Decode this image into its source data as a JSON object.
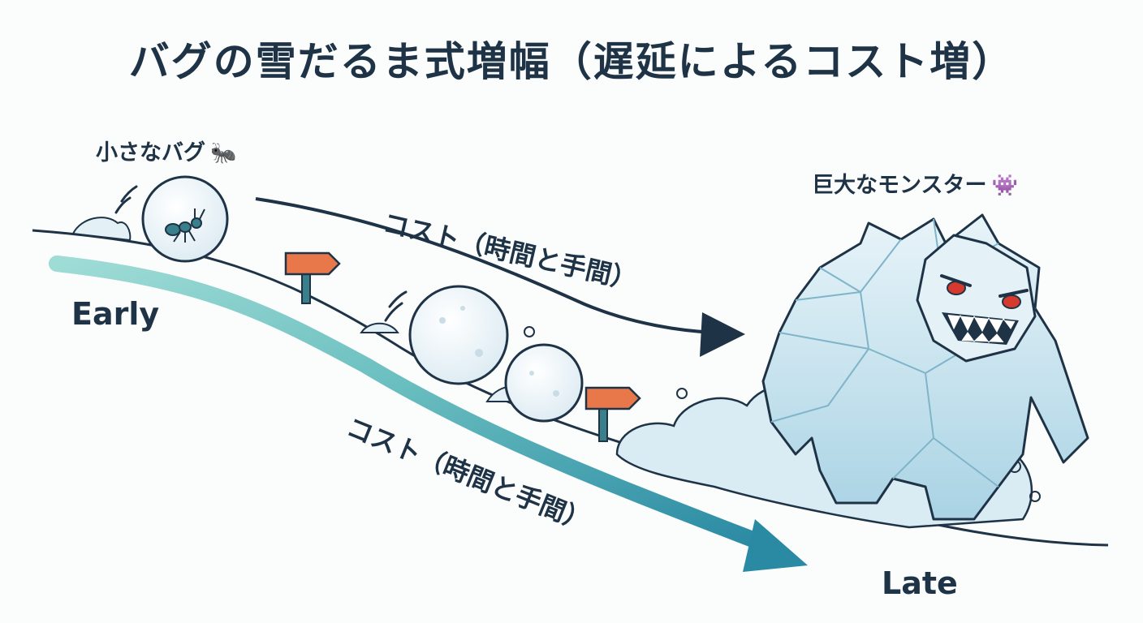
{
  "title": "バグの雪だるま式増幅（遅延によるコスト増）",
  "labels": {
    "small_bug": "小さなバグ",
    "small_bug_emoji": "🐜",
    "monster": "巨大なモンスター",
    "monster_emoji": "👾",
    "early": "Early",
    "late": "Late",
    "cost_top": "コスト（時間と手間）",
    "cost_bottom": "コスト（時間と手間）"
  },
  "icons": [
    "ant-icon",
    "alien-monster-icon",
    "signpost-icon",
    "snowball-icon",
    "ice-monster-icon",
    "arrow-icon"
  ],
  "colors": {
    "ink": "#1f3347",
    "cost_arrow_start": "#8fd3cf",
    "cost_arrow_end": "#2a8aa3",
    "sign": "#e8774a",
    "ice": "#cfe6f0",
    "monster_eye": "#d63a2f"
  }
}
